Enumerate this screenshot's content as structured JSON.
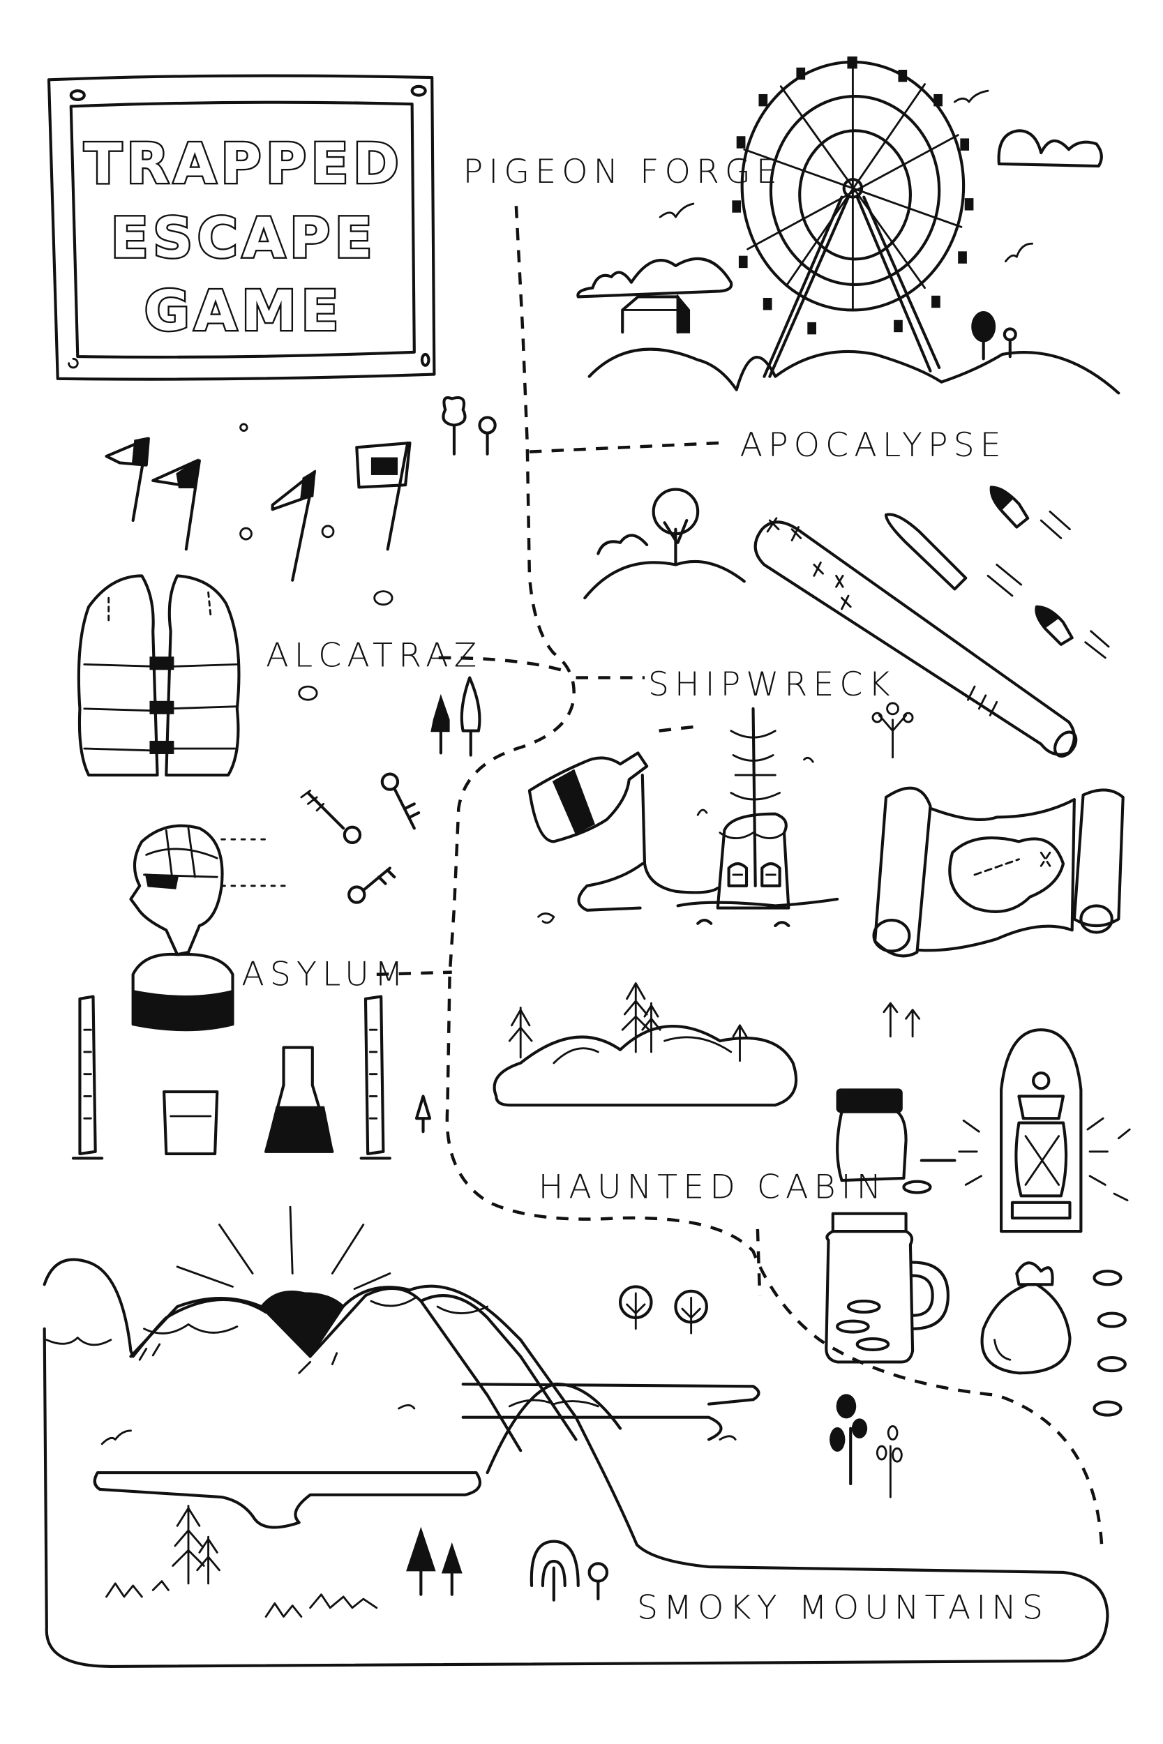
{
  "title_sign": {
    "lines": [
      "TRAPPED",
      "ESCAPE",
      "GAME"
    ]
  },
  "locations": {
    "pigeon_forge": "PIGEON FORGE",
    "apocalypse": "APOCALYPSE",
    "alcatraz": "ALCATRAZ",
    "shipwreck": "SHIPWRECK",
    "asylum": "ASYLUM",
    "haunted_cabin": "HAUNTED CABIN",
    "smoky_mountains": "SMOKY MOUNTAINS"
  },
  "colors": {
    "ink": "#111111",
    "paper": "#ffffff"
  },
  "icons": {
    "pigeon_forge": [
      "ferris-wheel-icon",
      "cloud-icon",
      "house-icon",
      "bird-icon"
    ],
    "apocalypse": [
      "spiked-bat-icon",
      "bullet-icon",
      "tree-icon"
    ],
    "alcatraz": [
      "life-vest-icon",
      "flag-icon"
    ],
    "shipwreck": [
      "ship-icon",
      "bottle-icon",
      "treasure-map-icon"
    ],
    "asylum": [
      "phrenology-head-icon",
      "key-icon",
      "test-tube-icon",
      "beaker-icon",
      "flask-icon"
    ],
    "haunted_cabin": [
      "lantern-icon",
      "jar-icon",
      "mason-jar-icon",
      "money-bag-icon",
      "coin-icon"
    ],
    "smoky_mountains": [
      "mountain-icon",
      "sun-icon",
      "lake-icon",
      "pine-tree-icon"
    ]
  }
}
